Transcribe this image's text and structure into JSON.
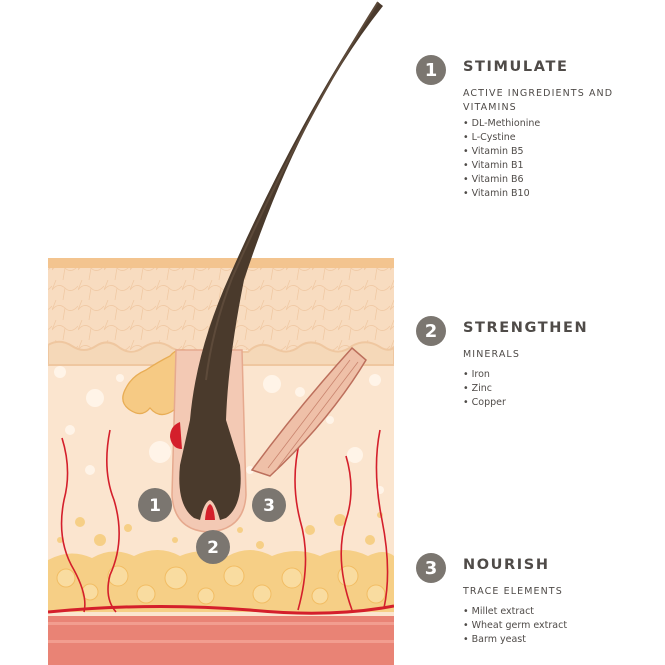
{
  "sections": [
    {
      "number": "1",
      "title": "STIMULATE",
      "subtitle": "ACTIVE INGREDIENTS AND VITAMINS",
      "items": [
        "DL-Methionine",
        "L-Cystine",
        "Vitamin B5",
        "Vitamin B1",
        "Vitamin B6",
        "Vitamin B10"
      ]
    },
    {
      "number": "2",
      "title": "STRENGTHEN",
      "subtitle": "MINERALS",
      "items": [
        "Iron",
        "Zinc",
        "Copper"
      ]
    },
    {
      "number": "3",
      "title": "NOURISH",
      "subtitle": "TRACE ELEMENTS",
      "items": [
        "Millet extract",
        "Wheat germ extract",
        "Barm yeast"
      ]
    }
  ],
  "diagram_labels": [
    "1",
    "2",
    "3"
  ],
  "colors": {
    "badge": "#7b7670",
    "text": "#4f4b48",
    "hair": "#4a3a2c",
    "skin_light": "#fbe7d0",
    "skin_dermis": "#f6d6b6",
    "fat": "#f4c979",
    "vessel": "#d41f2b",
    "muscle": "#bc6f5c"
  }
}
